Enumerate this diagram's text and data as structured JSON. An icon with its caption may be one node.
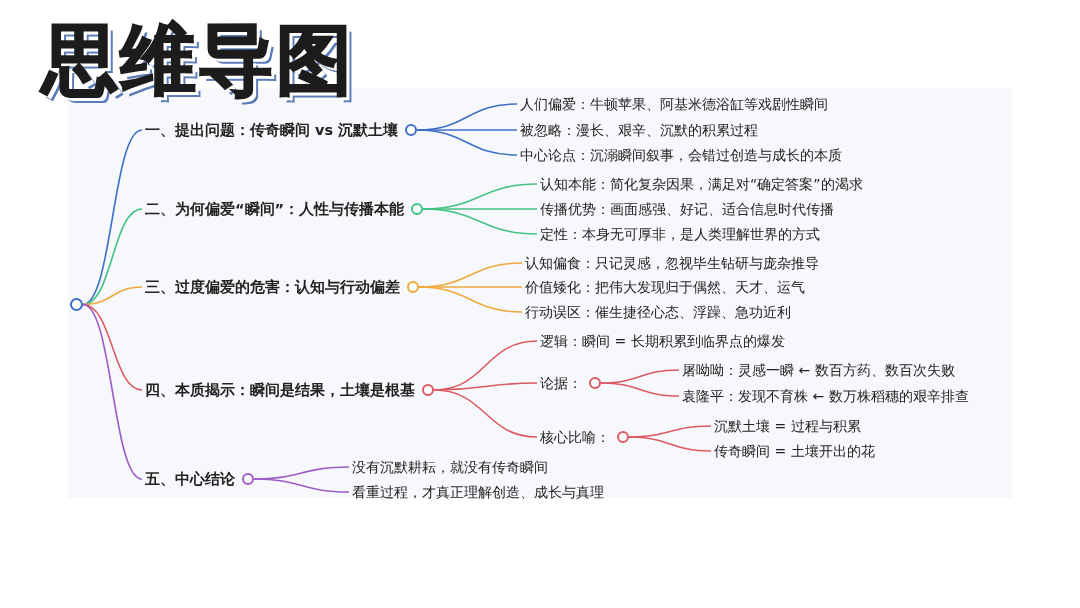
{
  "diagram": {
    "title": "思维导图",
    "nodes": [
      {
        "text": [],
        "shape": "circle"
      },
      {
        "text": [
          "一、提出问题：传奇瞬间 vs 沉默土壤"
        ]
      },
      {
        "text": [
          "人们偏爱：牛顿苹果、阿基米德浴缸等戏剧性瞬间"
        ]
      },
      {
        "text": [
          "被忽略：漫长、艰辛、沉默的积累过程"
        ]
      },
      {
        "text": [
          "中心论点：沉溺瞬间叙事，会错过创造与成长的本质"
        ]
      },
      {
        "text": [
          "二、为何偏爱“瞬间”：人性与传播本能"
        ]
      },
      {
        "text": [
          "认知本能：简化复杂因果，满足对“确定答案”的渴求"
        ]
      },
      {
        "text": [
          "传播优势：画面感强、好记、适合信息时代传播"
        ]
      },
      {
        "text": [
          "定性：本身无可厚非，是人类理解世界的方式"
        ]
      },
      {
        "text": [
          "三、过度偏爱的危害：认知与行动偏差"
        ]
      },
      {
        "text": [
          "认知偏食：只记灵感，忽视毕生钻研与庞杂推导"
        ]
      },
      {
        "text": [
          "价值矮化：把伟大发现归于偶然、天才、运气"
        ]
      },
      {
        "text": [
          "行动误区：催生捷径心态、浮躁、急功近利"
        ]
      },
      {
        "text": [
          "四、本质揭示：瞬间是结果，土壤是根基"
        ]
      },
      {
        "text": [
          "逻辑：瞬间 = 长期积累到临界点的爆发"
        ]
      },
      {
        "text": [
          "论据："
        ]
      },
      {
        "text": [
          "屠呦呦：灵感一瞬 ← 数百方药、数百次失败"
        ]
      },
      {
        "text": [
          "袁隆平：发现不育株 ← 数万株稻穗的艰辛排查"
        ]
      },
      {
        "text": [
          "核心比喻："
        ]
      },
      {
        "text": [
          "沉默土壤 = 过程与积累"
        ]
      },
      {
        "text": [
          "传奇瞬间 = 土壤开出的花"
        ]
      },
      {
        "text": [
          "五、中心结论"
        ]
      },
      {
        "text": [
          "没有沉默耕耘，就没有传奇瞬间"
        ]
      },
      {
        "text": [
          "看重过程，才真正理解创造、成长与真理"
        ]
      }
    ],
    "edges": [
      {
        "from": 0,
        "to": 1,
        "arrow": "none",
        "color": "#3d6fc8"
      },
      {
        "from": 1,
        "to": 2,
        "arrow": "none",
        "color": "#3d6fc8"
      },
      {
        "from": 1,
        "to": 3,
        "arrow": "none",
        "color": "#3d6fc8"
      },
      {
        "from": 1,
        "to": 4,
        "arrow": "none",
        "color": "#3d6fc8"
      },
      {
        "from": 0,
        "to": 5,
        "arrow": "none",
        "color": "#43c283"
      },
      {
        "from": 5,
        "to": 6,
        "arrow": "none",
        "color": "#43c283"
      },
      {
        "from": 5,
        "to": 7,
        "arrow": "none",
        "color": "#43c283"
      },
      {
        "from": 5,
        "to": 8,
        "arrow": "none",
        "color": "#43c283"
      },
      {
        "from": 0,
        "to": 9,
        "arrow": "none",
        "color": "#eeaa3c"
      },
      {
        "from": 9,
        "to": 10,
        "arrow": "none",
        "color": "#eeaa3c"
      },
      {
        "from": 9,
        "to": 11,
        "arrow": "none",
        "color": "#eeaa3c"
      },
      {
        "from": 9,
        "to": 12,
        "arrow": "none",
        "color": "#eeaa3c"
      },
      {
        "from": 0,
        "to": 13,
        "arrow": "none",
        "color": "#dc5a63"
      },
      {
        "from": 13,
        "to": 14,
        "arrow": "none",
        "color": "#dc5a63"
      },
      {
        "from": 13,
        "to": 15,
        "arrow": "none",
        "color": "#dc5a63"
      },
      {
        "from": 15,
        "to": 16,
        "arrow": "none",
        "color": "#dc5a63"
      },
      {
        "from": 15,
        "to": 17,
        "arrow": "none",
        "color": "#dc5a63"
      },
      {
        "from": 13,
        "to": 18,
        "arrow": "none",
        "color": "#dc5a63"
      },
      {
        "from": 18,
        "to": 19,
        "arrow": "none",
        "color": "#dc5a63"
      },
      {
        "from": 18,
        "to": 20,
        "arrow": "none",
        "color": "#dc5a63"
      },
      {
        "from": 0,
        "to": 21,
        "arrow": "none",
        "color": "#9d5cc8"
      },
      {
        "from": 21,
        "to": 22,
        "arrow": "none",
        "color": "#9d5cc8"
      },
      {
        "from": 21,
        "to": 23,
        "arrow": "none",
        "color": "#9d5cc8"
      }
    ]
  }
}
